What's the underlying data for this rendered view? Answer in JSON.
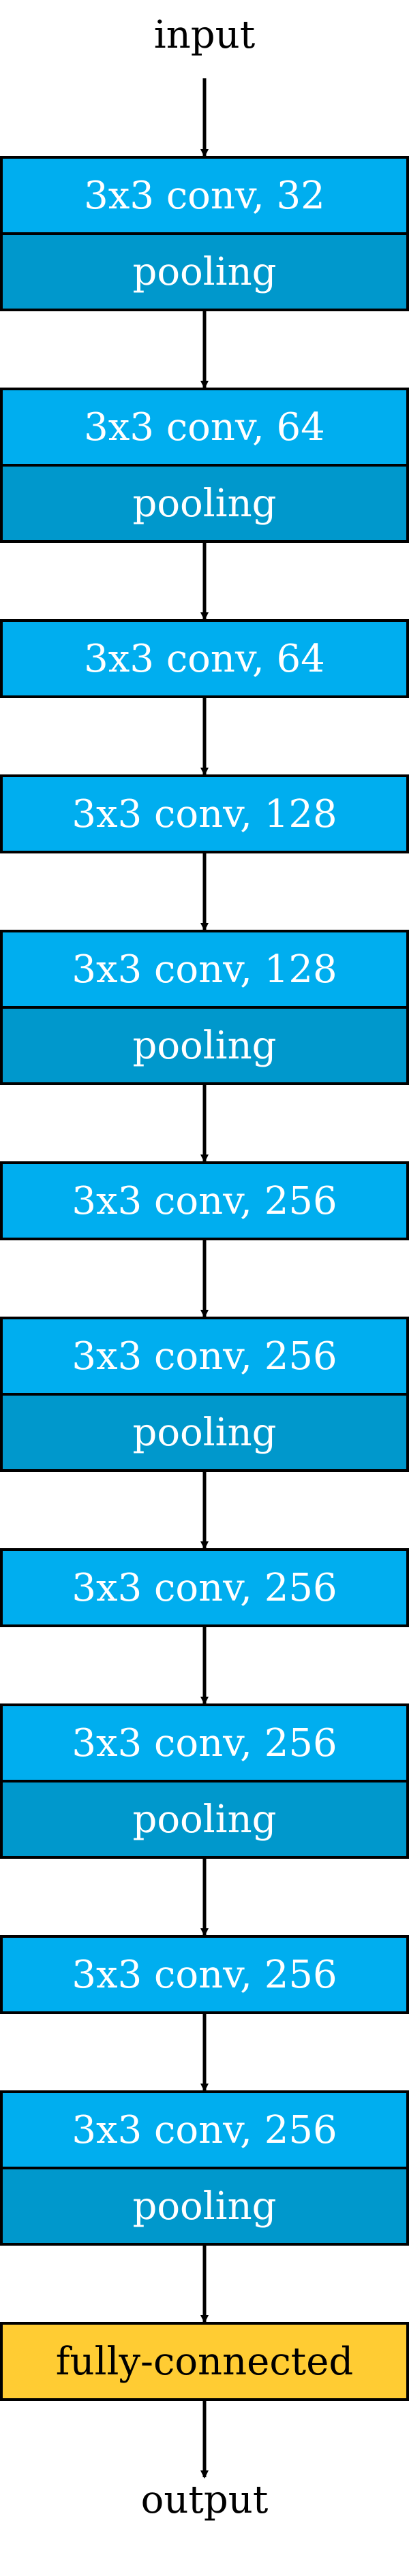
{
  "colors": {
    "conv": "#00AEEF",
    "pooling": "#0098CC",
    "fc": "#FFCC33",
    "stroke": "#000000",
    "block_text": "#ffffff",
    "fc_text": "#000000",
    "arrow": "#000000"
  },
  "diagram": {
    "input_label": "input",
    "output_label": "output",
    "blocks": [
      {
        "type": "conv",
        "label": "3x3 conv, 32"
      },
      {
        "type": "pool",
        "label": "pooling"
      },
      {
        "type": "conv",
        "label": "3x3 conv, 64"
      },
      {
        "type": "pool",
        "label": "pooling"
      },
      {
        "type": "conv",
        "label": "3x3 conv, 64"
      },
      {
        "type": "conv",
        "label": "3x3 conv, 128"
      },
      {
        "type": "conv",
        "label": "3x3 conv, 128"
      },
      {
        "type": "pool",
        "label": "pooling"
      },
      {
        "type": "conv",
        "label": "3x3 conv, 256"
      },
      {
        "type": "conv",
        "label": "3x3 conv, 256"
      },
      {
        "type": "pool",
        "label": "pooling"
      },
      {
        "type": "conv",
        "label": "3x3 conv, 256"
      },
      {
        "type": "conv",
        "label": "3x3 conv, 256"
      },
      {
        "type": "pool",
        "label": "pooling"
      },
      {
        "type": "conv",
        "label": "3x3 conv, 256"
      },
      {
        "type": "conv",
        "label": "3x3 conv, 256"
      },
      {
        "type": "pool",
        "label": "pooling"
      },
      {
        "type": "fc",
        "label": "fully-connected"
      }
    ]
  }
}
